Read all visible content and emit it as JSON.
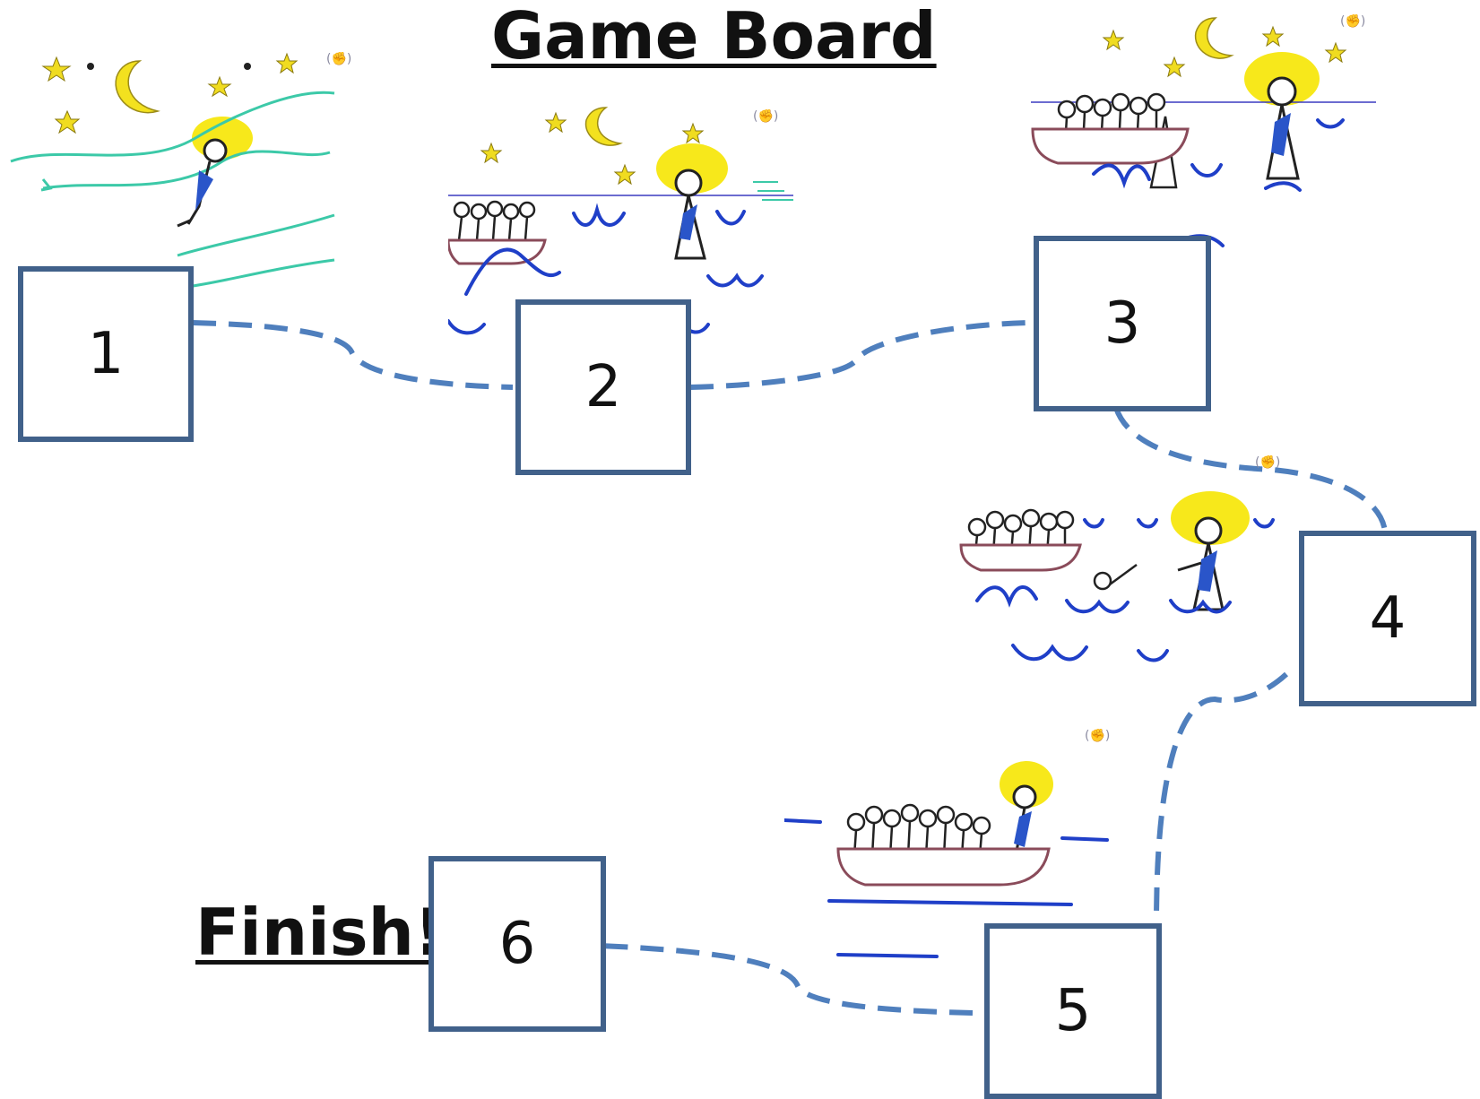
{
  "title": "Game Board",
  "finish_label": "Finish!",
  "spaces": [
    {
      "number": "1"
    },
    {
      "number": "2"
    },
    {
      "number": "3"
    },
    {
      "number": "4"
    },
    {
      "number": "5"
    },
    {
      "number": "6"
    }
  ],
  "colors": {
    "box_border": "#41618a",
    "path_dash": "#4f7fbd",
    "halo": "#f7e81b",
    "water": "#1f3fc8",
    "boat": "#8a4b5a",
    "sash": "#2a55c9",
    "green_wave": "#3cc9a8"
  }
}
